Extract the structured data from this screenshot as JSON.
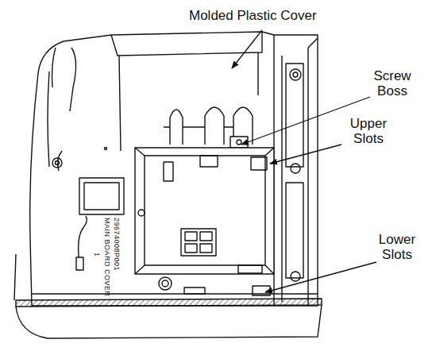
{
  "diagram": {
    "labels": [
      "Molded Plastic Cover",
      "Screw Boss",
      "Upper Slots",
      "Lower Slots",
      "29674008P001",
      "MAIN BOARD COVER",
      "1"
    ]
  }
}
